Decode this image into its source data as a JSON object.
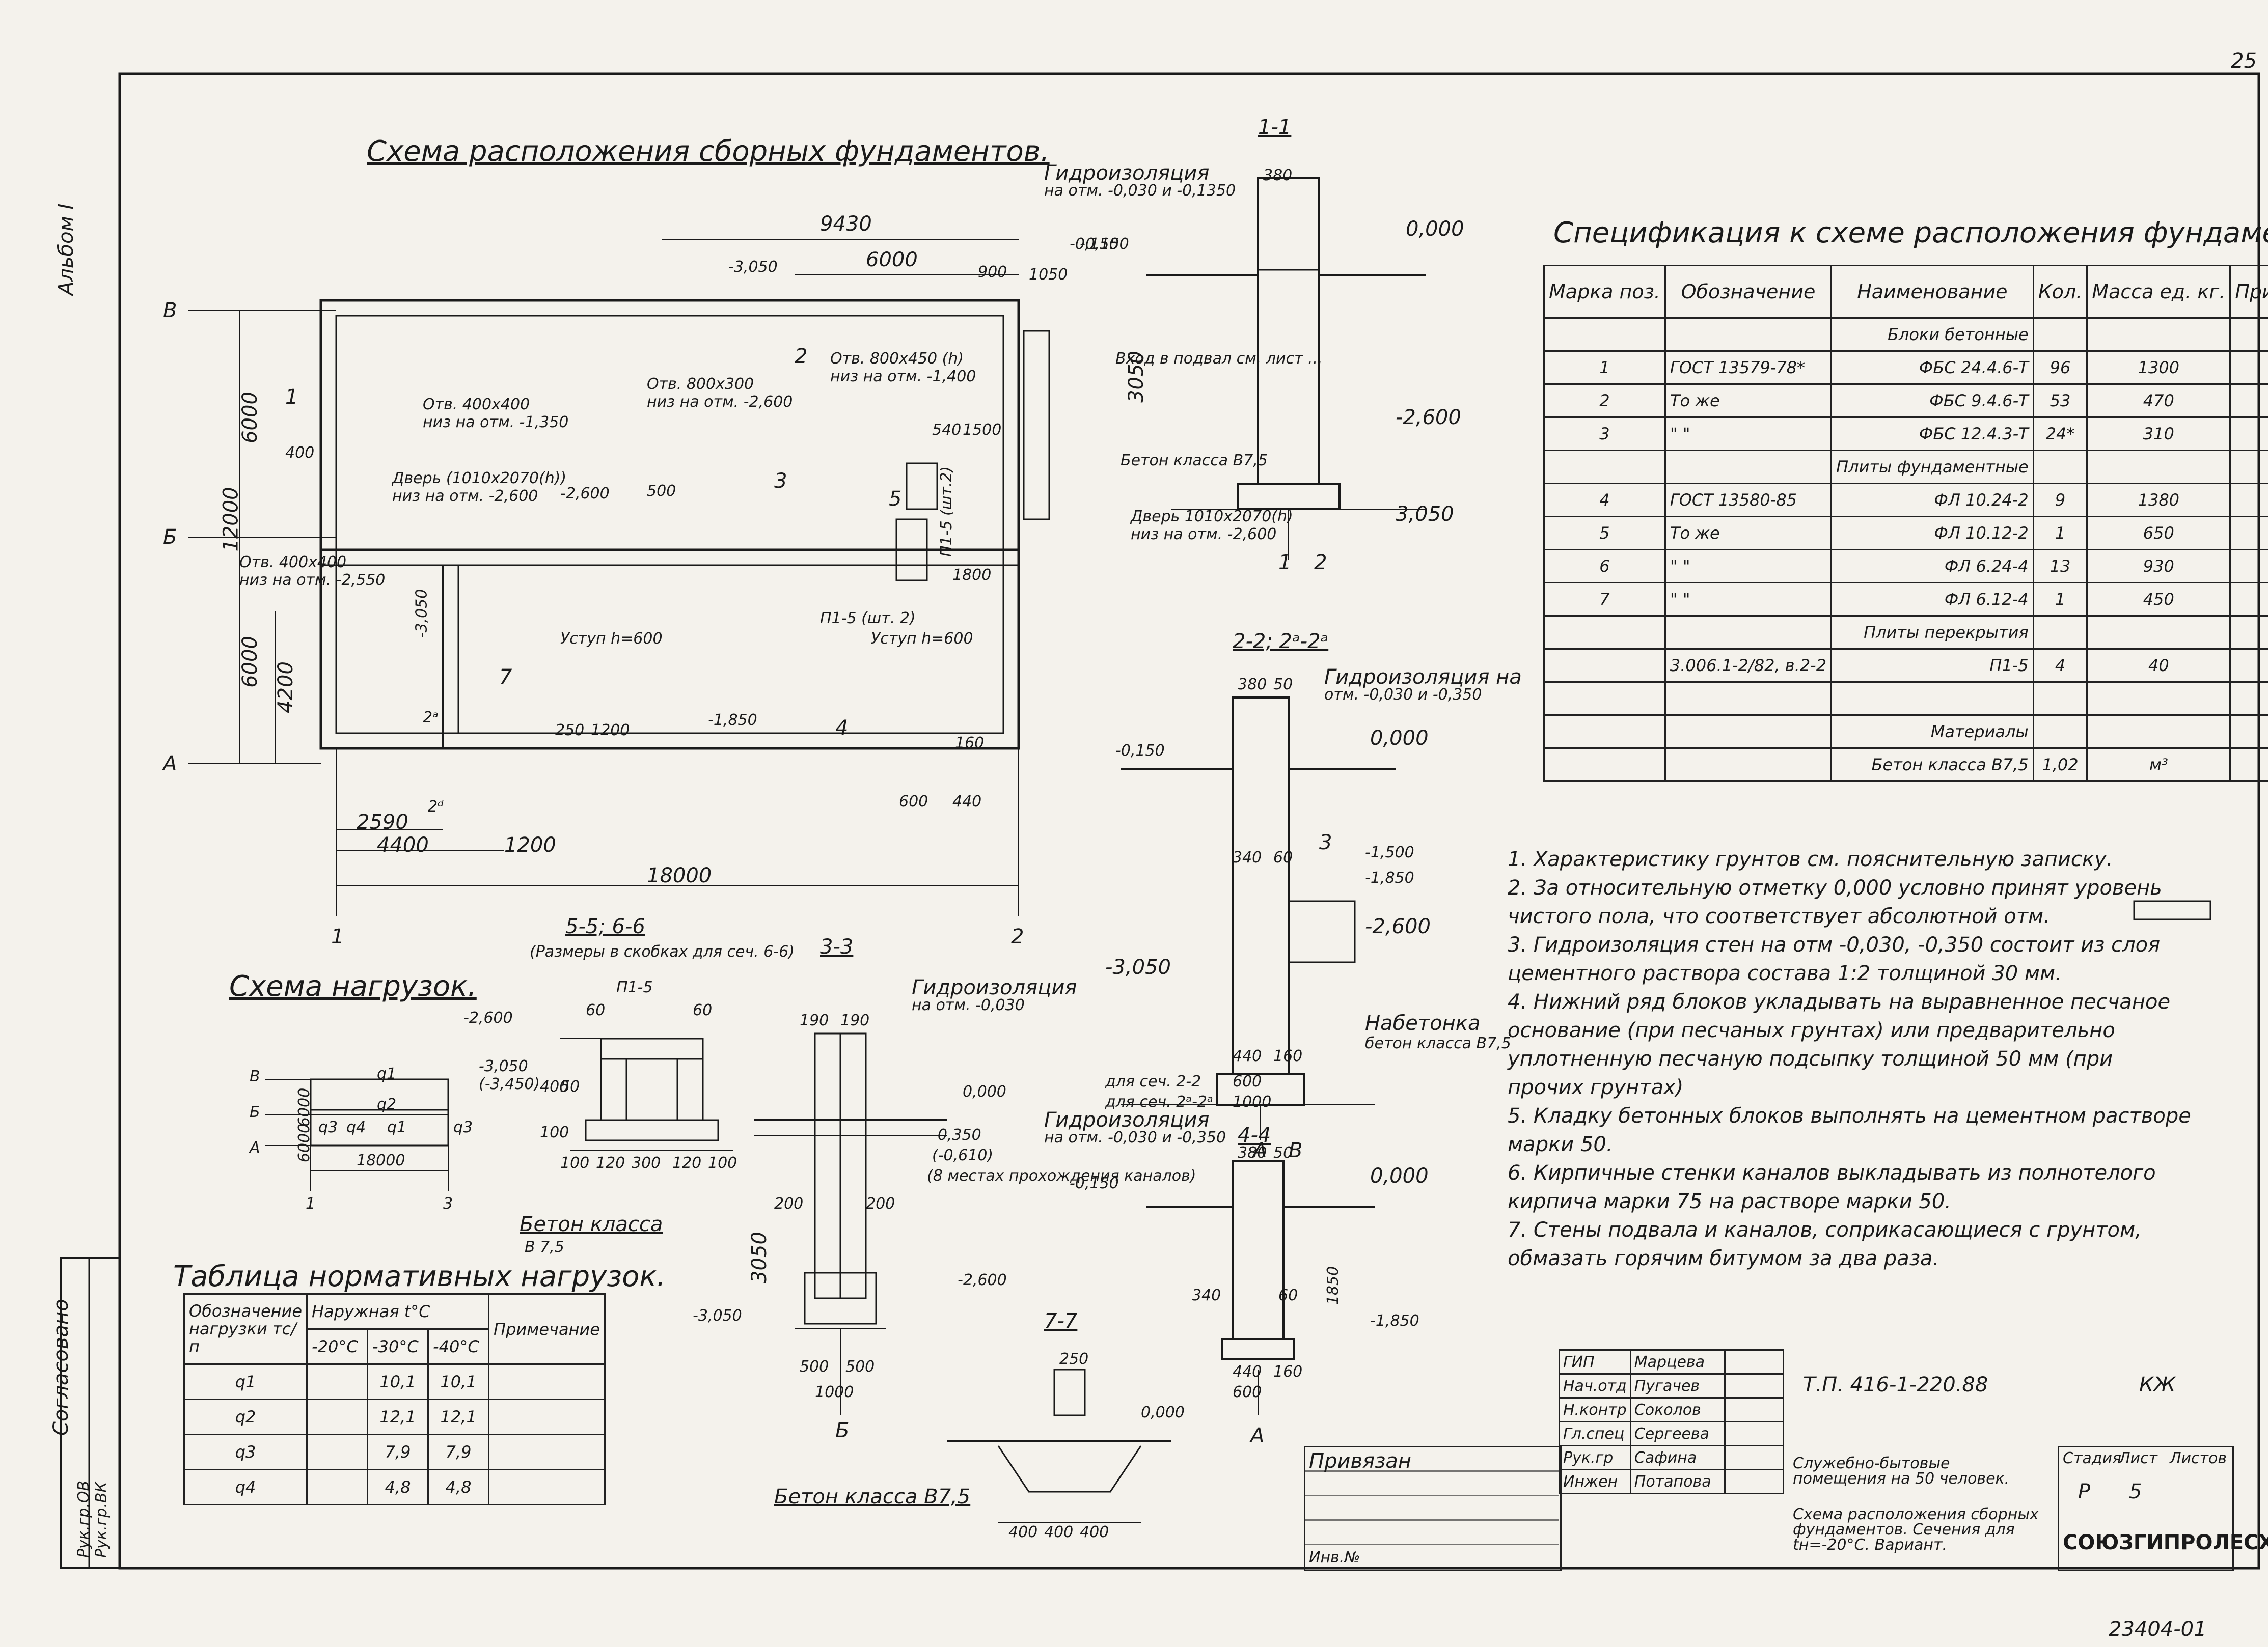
{
  "sheet": {
    "page_corner": "25",
    "album": "Альбом I",
    "sheet_id": "23404-01",
    "agreed": "Согласовано",
    "side_roles": [
      "Рук.гр.ОВ",
      "Рук.гр.ВК"
    ]
  },
  "plan": {
    "title": "Схема расположения сборных фундаментов.",
    "axes": [
      "В",
      "Б",
      "А",
      "1",
      "2"
    ],
    "dims": {
      "total_length": "18000",
      "top_dim": "9430",
      "inner_dim": "6000",
      "height": "12000",
      "upper": "6000",
      "lower": "6000",
      "lower_part": "4200",
      "bottom_a": "2590",
      "bottom_b": "4400",
      "bottom_c": "1200",
      "d400": "400",
      "d900": "900",
      "d1050": "1050",
      "d1500": "1500",
      "d540": "540",
      "d1800": "1800",
      "d600": "600",
      "d440": "440",
      "d160": "160",
      "d500": "500",
      "d250": "250",
      "d1200": "1200"
    },
    "levels": [
      "-3,050",
      "-2,600",
      "-1,850",
      "-0,150",
      "-3,050"
    ],
    "labels": {
      "hole1": "Отв. 400x400",
      "hole1_sub": "низ на отм. -1,350",
      "hole2": "Отв. 800x300",
      "hole2_sub": "низ на отм. -2,600",
      "hole3": "Отв. 800x450 (h)",
      "hole3_sub": "низ на отм. -1,400",
      "door1": "Дверь (1010x2070(h))",
      "door1_sub": "низ на отм. -2,600",
      "door2": "Дверь 1010x2070(h)",
      "door2_sub": "низ на отм. -2,600",
      "hole4": "Отв. 400x400",
      "hole4_sub": "низ на отм. -2,550",
      "step1": "Уступ h=600",
      "step2": "Уступ h=600",
      "pl5": "П1-5 (шт.2)",
      "pl5b": "П1-5 (шт. 2)",
      "entry": "Вход в подвал см. лист ...",
      "concrete": "Бетон класса В7,5",
      "marks": [
        "1",
        "2",
        "3",
        "4",
        "5",
        "7",
        "2ᵃ",
        "2ᵈ"
      ]
    }
  },
  "sec11": {
    "title": "1-1",
    "hydro": "Гидроизоляция",
    "hydro_sub": "на отм. -0,030 и -0,1350",
    "lvl_top": "0,000",
    "lvl_150": "-0,150",
    "lvl_2600": "-2,600",
    "lvl_3050": "3,050",
    "d380": "380",
    "d3050": "3050",
    "axes": [
      "1",
      "2"
    ]
  },
  "sec22": {
    "title": "2-2; 2ᵃ-2ᵃ",
    "hydro": "Гидроизоляция на",
    "hydro_sub": "отм. -0,030 и -0,350",
    "lvl_top": "0,000",
    "lvl_150": "-0,150",
    "lvl_1500": "-1,500",
    "lvl_1850": "-1,850",
    "lvl_2600": "-2,600",
    "lvl_3050": "-3,050",
    "d380": "380",
    "d50": "50",
    "d340": "340",
    "d60": "60",
    "d440": "440",
    "d160": "160",
    "sec_22": "для сеч. 2-2",
    "sec_22a": "для сеч. 2ᵃ-2ᵃ",
    "v600": "600",
    "v1000": "1000",
    "fill": "Набетонка",
    "fill_sub": "бетон класса В7,5",
    "mark3": "3",
    "axes": [
      "А",
      "В"
    ]
  },
  "spec": {
    "title": "Спецификация к схеме расположения фундаментов.",
    "headers": [
      "Марка поз.",
      "Обозначение",
      "Наименование",
      "Кол.",
      "Масса ед. кг.",
      "Примеч."
    ],
    "rows": [
      [
        "",
        "",
        "Блоки бетонные",
        "",
        "",
        ""
      ],
      [
        "1",
        "ГОСТ 13579-78*",
        "ФБС 24.4.6-Т",
        "96",
        "1300",
        ""
      ],
      [
        "2",
        "То же",
        "ФБС 9.4.6-Т",
        "53",
        "470",
        ""
      ],
      [
        "3",
        "\"      \"",
        "ФБС 12.4.3-Т",
        "24*",
        "310",
        ""
      ],
      [
        "",
        "",
        "Плиты фундаментные",
        "",
        "",
        ""
      ],
      [
        "4",
        "ГОСТ 13580-85",
        "ФЛ 10.24-2",
        "9",
        "1380",
        ""
      ],
      [
        "5",
        "То же",
        "ФЛ 10.12-2",
        "1",
        "650",
        ""
      ],
      [
        "6",
        "\"      \"",
        "ФЛ 6.24-4",
        "13",
        "930",
        ""
      ],
      [
        "7",
        "\"      \"",
        "ФЛ 6.12-4",
        "1",
        "450",
        ""
      ],
      [
        "",
        "",
        "Плиты перекрытия",
        "",
        "",
        ""
      ],
      [
        "",
        "3.006.1-2/82, в.2-2",
        "П1-5",
        "4",
        "40",
        ""
      ],
      [
        "",
        "",
        "",
        "",
        "",
        ""
      ],
      [
        "",
        "",
        "Материалы",
        "",
        "",
        ""
      ],
      [
        "",
        "",
        "Бетон класса В7,5",
        "1,02",
        "м³",
        ""
      ]
    ]
  },
  "notes": [
    "1. Характеристику грунтов см. пояснительную записку.",
    "2. За относительную отметку 0,000 условно принят уровень",
    "чистого пола, что соответствует абсолютной отм.",
    "3. Гидроизоляция стен на отм -0,030, -0,350 состоит из слоя",
    "цементного раствора состава 1:2 толщиной 30 мм.",
    "4. Нижний ряд блоков укладывать на выравненное песчаное",
    "основание (при песчаных грунтах) или предварительно",
    "уплотненную песчаную подсыпку толщиной 50 мм (при",
    "прочих грунтах)",
    "5. Кладку бетонных блоков выполнять на цементном растворе",
    "марки 50.",
    "6. Кирпичные стенки каналов выкладывать из полнотелого",
    "кирпича марки 75 на растворе марки 50.",
    "7. Стены подвала и каналов, соприкасающиеся с грунтом,",
    "обмазать горячим битумом за два раза."
  ],
  "loads_scheme": {
    "title": "Схема нагрузок.",
    "axes": [
      "В",
      "Б",
      "А",
      "1",
      "3"
    ],
    "dims": [
      "6000",
      "6000",
      "18000"
    ],
    "q": [
      "q1",
      "q2",
      "q3",
      "q4",
      "q1",
      "q3"
    ]
  },
  "sec55": {
    "title": "5-5; 6-6",
    "sub": "(Размеры в скобках для сеч. 6-6)",
    "pl": "П1-5",
    "d60a": "60",
    "d60b": "60",
    "lvl_2600": "-2,600",
    "lvl_3050": "-3,050",
    "lvl_3450": "(-3,450)",
    "d400": "400",
    "d50": "50",
    "d100": "100",
    "bottom": [
      "100",
      "120",
      "300",
      "120",
      "100"
    ],
    "concrete": "Бетон класса",
    "concrete_sub": "В 7,5"
  },
  "sec33": {
    "title": "3-3",
    "hydro": "Гидроизоляция",
    "hydro_sub": "на отм. -0,030",
    "top": [
      "190",
      "190"
    ],
    "lvl_0": "0,000",
    "lvl_350": "-0,350",
    "lvl_610": "(-0,610)",
    "note_ch": "(8 местах прохождения каналов)",
    "d200a": "200",
    "d200b": "200",
    "d3050": "3050",
    "lvl_2600": "-2,600",
    "lvl_3050": "-3,050",
    "bottom": [
      "500",
      "500"
    ],
    "b1000": "1000",
    "axis": "Б"
  },
  "sec44": {
    "title": "4-4",
    "hydro": "Гидроизоляция",
    "hydro_sub": "на отм. -0,030 и -0,350",
    "lvl_0": "0,000",
    "lvl_150": "-0,150",
    "lvl_1850": "-1,850",
    "d380": "380",
    "d50": "50",
    "d340": "340",
    "d60": "60",
    "d1850": "1850",
    "d440": "440",
    "d160": "160",
    "d600": "600",
    "axis": "А"
  },
  "sec77": {
    "title": "7-7",
    "d250": "250",
    "lvl_0": "0,000",
    "concrete": "Бетон класса В7,5",
    "bottom": [
      "400",
      "400",
      "400"
    ]
  },
  "loads_table": {
    "title": "Таблица нормативных нагрузок.",
    "h1": "Обозначение нагрузки тс/п",
    "h2": "Наружная t°С",
    "h3": "Примечание",
    "sub": [
      "-20°С",
      "-30°С",
      "-40°С"
    ],
    "rows": [
      [
        "q1",
        "",
        "10,1",
        "10,1",
        ""
      ],
      [
        "q2",
        "",
        "12,1",
        "12,1",
        ""
      ],
      [
        "q3",
        "",
        "7,9",
        "7,9",
        ""
      ],
      [
        "q4",
        "",
        "4,8",
        "4,8",
        ""
      ]
    ]
  },
  "title_block": {
    "staff": [
      [
        "ГИП",
        "Марцева"
      ],
      [
        "Нач.отд",
        "Пугачев"
      ],
      [
        "Н.контр",
        "Соколов"
      ],
      [
        "Гл.спец",
        "Сергеева"
      ],
      [
        "Рук.гр",
        "Сафина"
      ],
      [
        "Инжен",
        "Потапова"
      ]
    ],
    "code": "Т.П. 416-1-220.88",
    "code2": "КЖ",
    "bind": "Привязан",
    "inv": "Инв.№",
    "project": "Служебно-бытовые помещения на 50 человек.",
    "sheet_name": "Схема расположения сборных фундаментов. Сечения для tн=-20°С. Вариант.",
    "stage_h": "Стадия",
    "sheet_h": "Лист",
    "sheets_h": "Листов",
    "stage": "Р",
    "sheet_no": "5",
    "org": "СОЮЗГИПРОЛЕСХОЗ"
  }
}
